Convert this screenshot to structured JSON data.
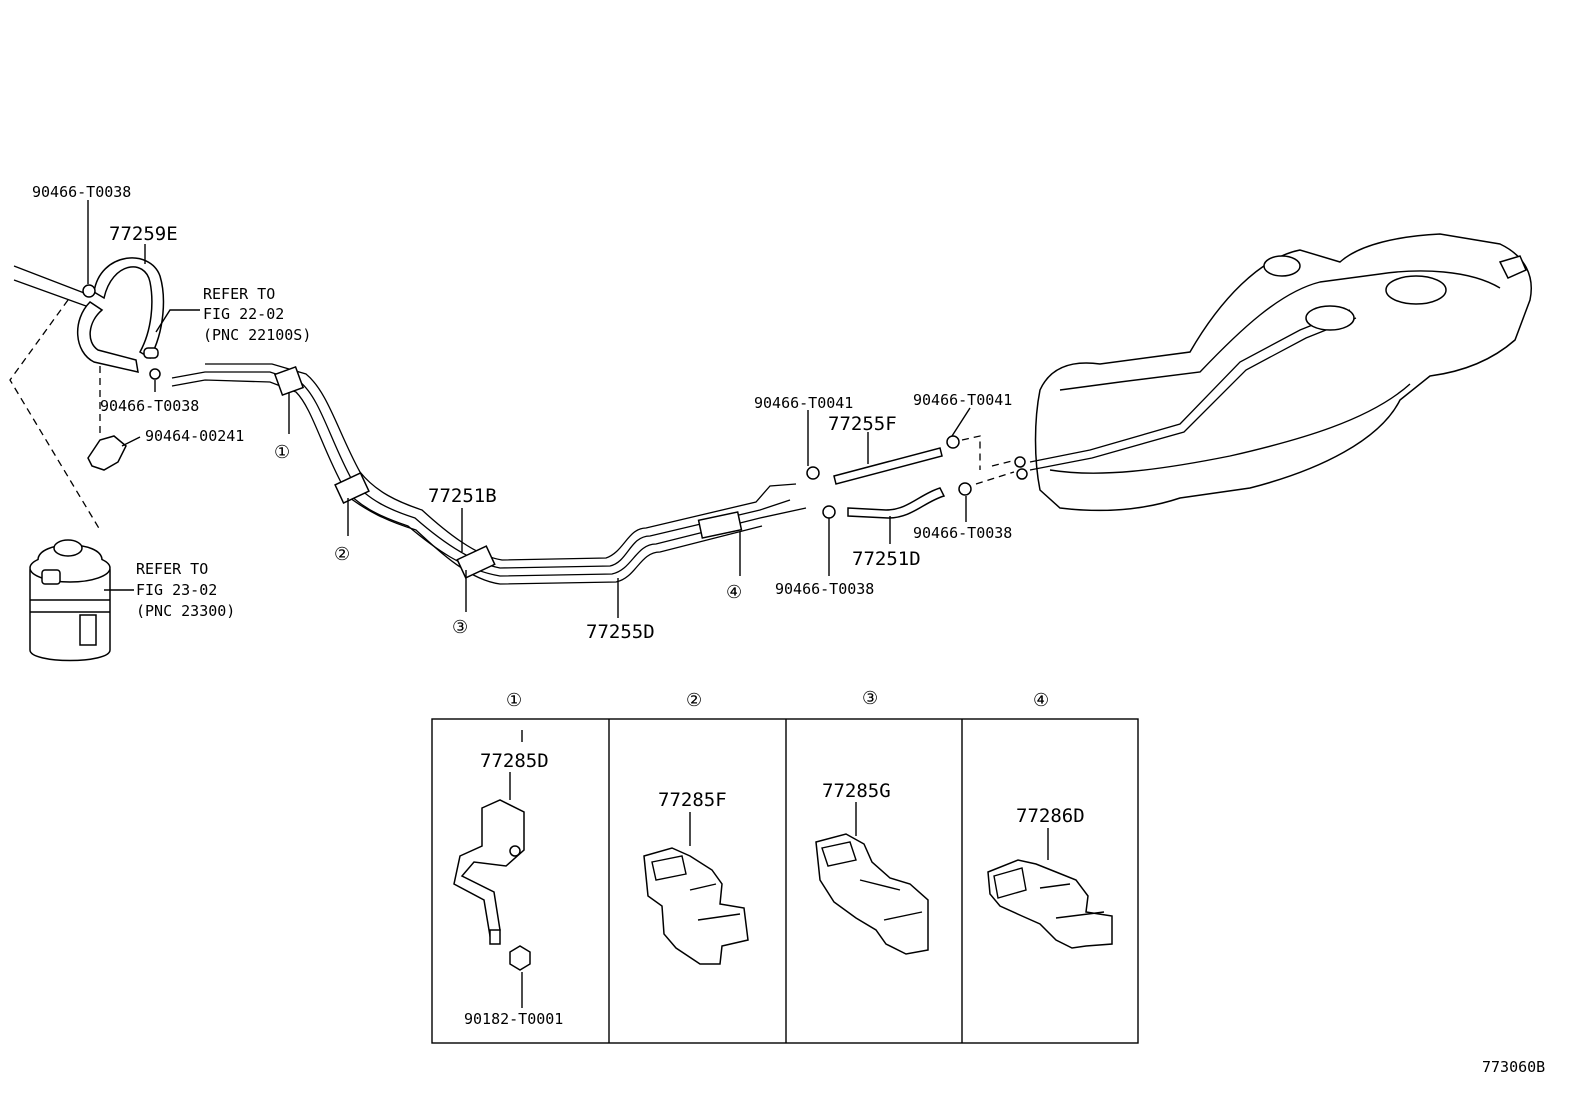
{
  "labels": {
    "l_90466_T0038_a": "90466-T0038",
    "l_77259E": "77259E",
    "refer_22_line1": "REFER TO",
    "refer_22_line2": "FIG 22-02",
    "refer_22_line3": "(PNC 22100S)",
    "l_90466_T0038_b": "90466-T0038",
    "l_90464_00241": "90464-00241",
    "refer_23_line1": "REFER TO",
    "refer_23_line2": "FIG 23-02",
    "refer_23_line3": "(PNC 23300)",
    "l_77251B": "77251B",
    "l_77255D": "77255D",
    "l_90466_T0041_a": "90466-T0041",
    "l_77255F": "77255F",
    "l_90466_T0041_b": "90466-T0041",
    "l_90466_T0038_c": "90466-T0038",
    "l_77251D": "77251D",
    "l_90466_T0038_d": "90466-T0038",
    "callout_1": "①",
    "callout_2": "②",
    "callout_3": "③",
    "callout_4": "④",
    "figure_id": "773060B"
  },
  "detail_panels": [
    {
      "callout": "①",
      "part": "77285D",
      "sub_part": "90182-T0001"
    },
    {
      "callout": "②",
      "part": "77285F"
    },
    {
      "callout": "③",
      "part": "77285G"
    },
    {
      "callout": "④",
      "part": "77286D"
    }
  ]
}
